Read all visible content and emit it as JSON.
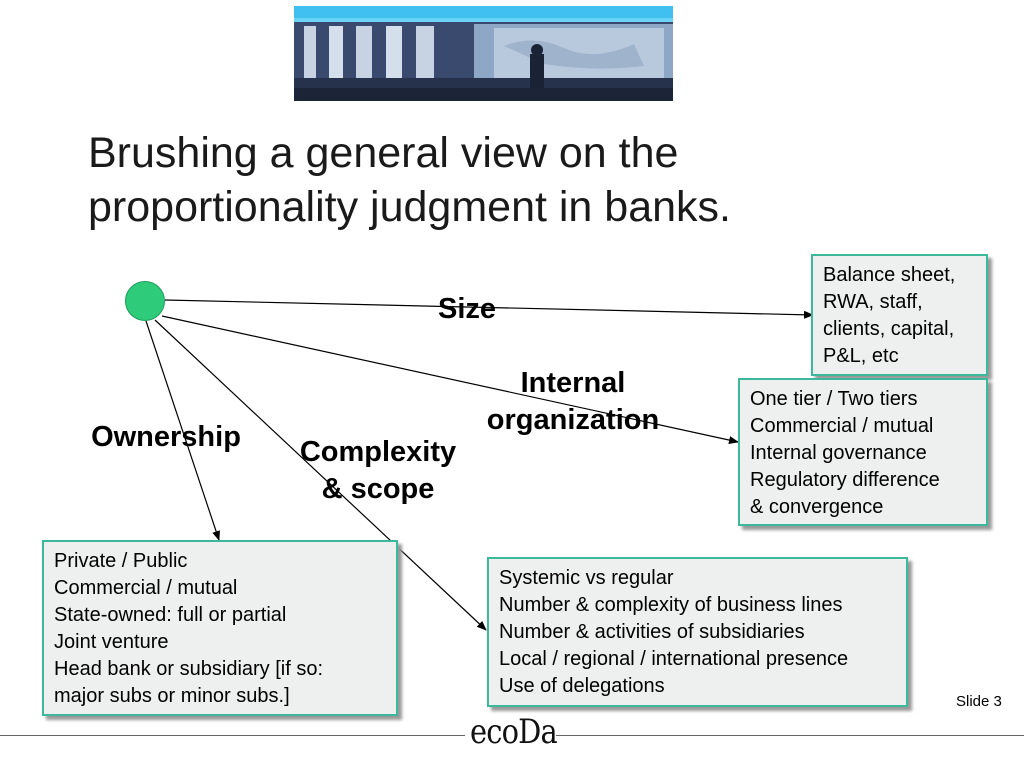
{
  "title": {
    "line1": "Brushing a general view on the",
    "line2": "proportionality judgment in banks."
  },
  "labels": {
    "size": "Size",
    "internal_line1": "Internal",
    "internal_line2": "organization",
    "ownership": "Ownership",
    "complexity_line1": "Complexity",
    "complexity_line2": "& scope"
  },
  "boxes": {
    "size": [
      "Balance sheet,",
      "RWA, staff,",
      "clients, capital,",
      "P&L, etc"
    ],
    "internal": [
      "One tier / Two tiers",
      "Commercial / mutual",
      "Internal governance",
      "Regulatory difference",
      "& convergence"
    ],
    "ownership": [
      "Private / Public",
      "Commercial / mutual",
      "State-owned: full or partial",
      "Joint venture",
      "Head bank or subsidiary [if so:",
      "major subs or minor subs.]"
    ],
    "complexity": [
      "Systemic vs regular",
      "Number & complexity of business lines",
      "Number & activities of subsidiaries",
      "Local / regional / international presence",
      "Use of delegations"
    ]
  },
  "footer": {
    "slide": "Slide 3",
    "logo": "ecoDa"
  },
  "colors": {
    "node": "#2ecc7a",
    "box_border": "#3cb99b",
    "box_fill": "#eef0f0"
  }
}
